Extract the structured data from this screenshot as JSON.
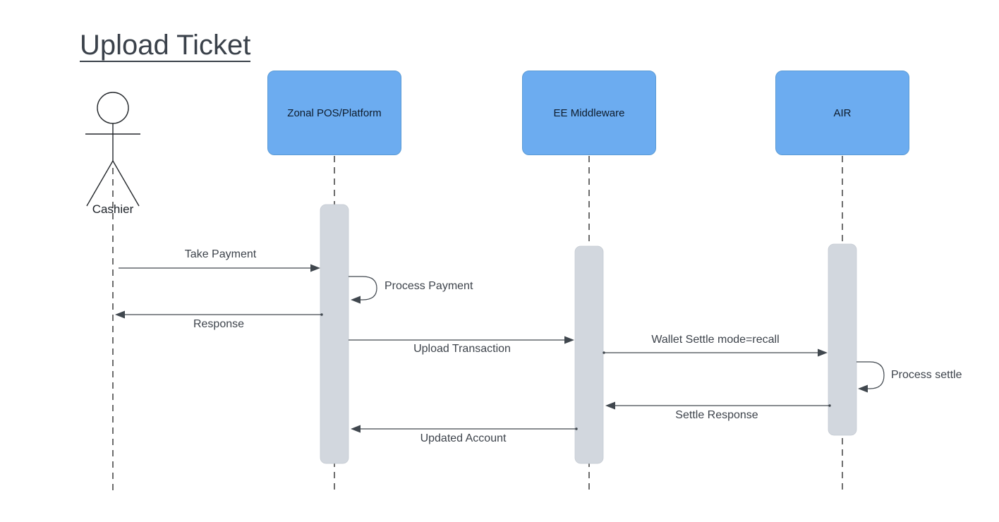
{
  "title": "Upload Ticket",
  "actor": {
    "label": "Cashier"
  },
  "participants": [
    {
      "label": "Zonal POS/Platform"
    },
    {
      "label": "EE Middleware"
    },
    {
      "label": "AIR"
    }
  ],
  "messages": [
    {
      "label": "Take Payment",
      "from": "Cashier",
      "to": "Zonal POS/Platform",
      "kind": "arrow"
    },
    {
      "label": "Process Payment",
      "on": "Zonal POS/Platform",
      "kind": "self"
    },
    {
      "label": "Response",
      "from": "Zonal POS/Platform",
      "to": "Cashier",
      "kind": "arrow"
    },
    {
      "label": "Upload Transaction",
      "from": "Zonal POS/Platform",
      "to": "EE Middleware",
      "kind": "arrow"
    },
    {
      "label": "Wallet Settle mode=recall",
      "from": "EE Middleware",
      "to": "AIR",
      "kind": "arrow"
    },
    {
      "label": "Process settle",
      "on": "AIR",
      "kind": "self"
    },
    {
      "label": "Settle Response",
      "from": "AIR",
      "to": "EE Middleware",
      "kind": "arrow"
    },
    {
      "label": "Updated Account",
      "from": "EE Middleware",
      "to": "Zonal POS/Platform",
      "kind": "arrow"
    }
  ],
  "colors": {
    "background": "#FFFFFF",
    "participant_fill": "#6CACF0",
    "participant_border": "#5B9BD5",
    "activation_fill": "#D2D7DE",
    "line": "#40474E",
    "text": "#3D434B",
    "title": "#3A414A"
  }
}
